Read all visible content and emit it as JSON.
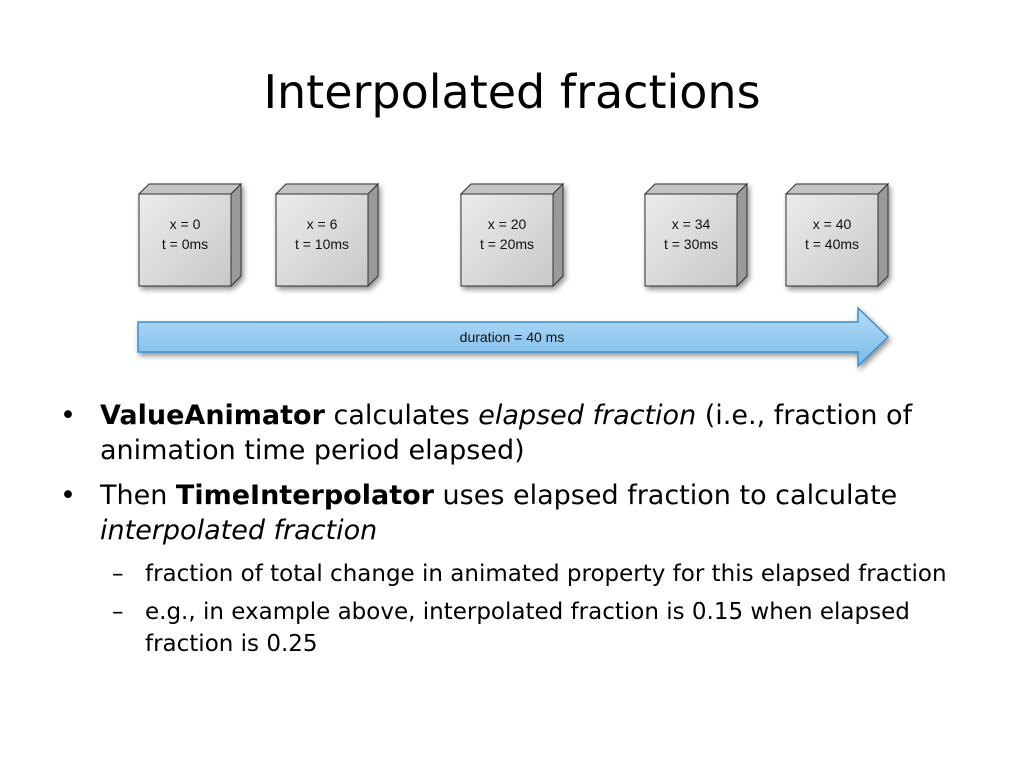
{
  "title": "Interpolated fractions",
  "frames": [
    {
      "x_label": "x = 0",
      "t_label": "t = 0ms"
    },
    {
      "x_label": "x = 6",
      "t_label": "t = 10ms"
    },
    {
      "x_label": "x = 20",
      "t_label": "t = 20ms"
    },
    {
      "x_label": "x = 34",
      "t_label": "t = 30ms"
    },
    {
      "x_label": "x = 40",
      "t_label": "t = 40ms"
    }
  ],
  "arrow_label": "duration = 40 ms",
  "colors": {
    "arrow_fill": "#8fc8f0",
    "arrow_stroke": "#3a8fd0",
    "box_front": "#d8d8d8",
    "box_side": "#9a9a9a",
    "box_top": "#c4c4c4"
  },
  "bullets": [
    {
      "marker": "•",
      "parts": [
        {
          "text": "ValueAnimator",
          "style": "bold"
        },
        {
          "text": " calculates ",
          "style": "normal"
        },
        {
          "text": "elapsed fraction",
          "style": "italic"
        },
        {
          "text": " (i.e., fraction of animation time period elapsed)",
          "style": "normal"
        }
      ]
    },
    {
      "marker": "•",
      "parts": [
        {
          "text": "Then ",
          "style": "normal"
        },
        {
          "text": "TimeInterpolator",
          "style": "bold"
        },
        {
          "text": " uses elapsed fraction to calculate ",
          "style": "normal"
        },
        {
          "text": "interpolated fraction",
          "style": "italic"
        }
      ]
    }
  ],
  "sub_bullets": [
    {
      "marker": "–",
      "text": "fraction of total change in animated property for this elapsed fraction"
    },
    {
      "marker": "–",
      "text": "e.g., in example above, interpolated fraction is 0.15 when elapsed fraction is 0.25"
    }
  ]
}
